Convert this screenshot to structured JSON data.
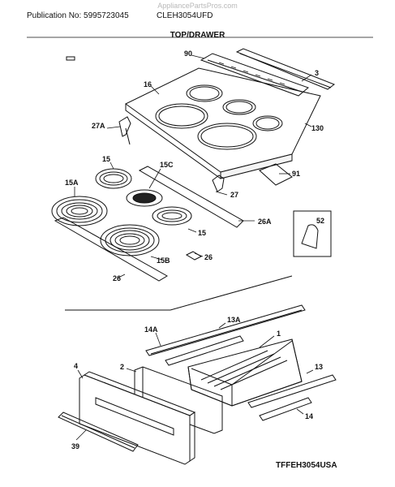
{
  "header": {
    "watermark": "AppliancePartsPros.com",
    "publication": "Publication No: 5995723045",
    "model": "CLEH3054UFD",
    "section_title": "TOP/DRAWER"
  },
  "footer": {
    "code": "TFFEH3054USA"
  },
  "parts": {
    "p90": "90",
    "p3": "3",
    "p16": "16",
    "p130": "130",
    "p27A": "27A",
    "p91": "91",
    "p27": "27",
    "p15a": "15",
    "p15C": "15C",
    "p15A": "15A",
    "p26A": "26A",
    "p52": "52",
    "p15b": "15",
    "p15B": "15B",
    "p26a": "26",
    "p26b": "26",
    "p13A": "13A",
    "p14A": "14A",
    "p1": "1",
    "p2": "2",
    "p4": "4",
    "p13": "13",
    "p14": "14",
    "p39": "39"
  }
}
